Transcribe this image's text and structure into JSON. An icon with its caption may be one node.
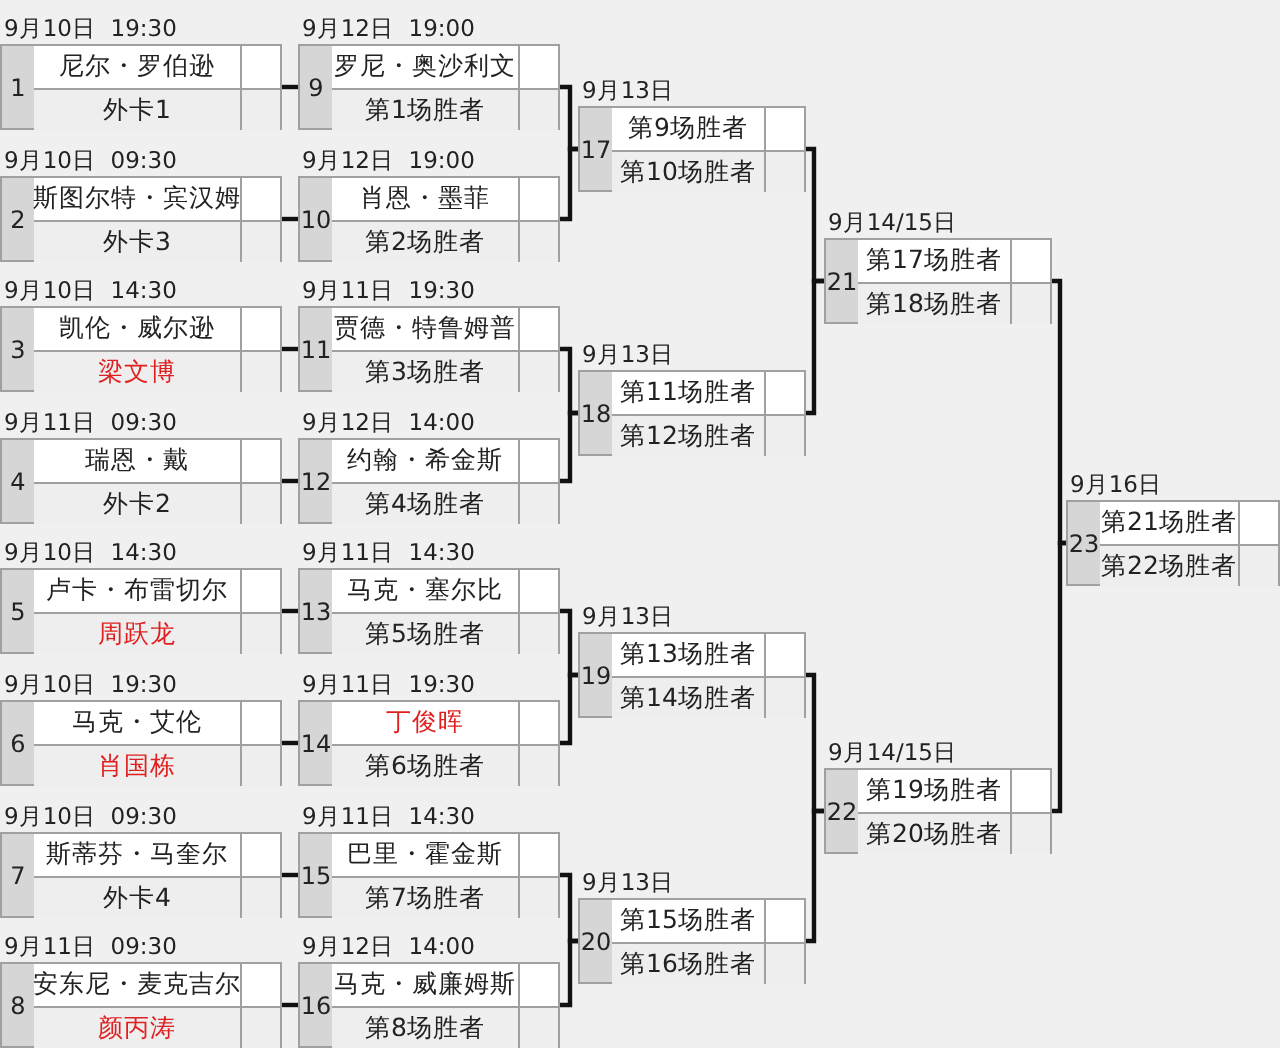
{
  "diagram": {
    "nodes": [
      {
        "text": [
          "1",
          "尼尔・罗伯逊",
          "外卡1"
        ],
        "beside": [
          "9月10日  19:30"
        ]
      },
      {
        "text": [
          "2",
          "斯图尔特・宾汉姆",
          "外卡3"
        ],
        "beside": [
          "9月10日  09:30"
        ]
      },
      {
        "text": [
          "3",
          "凯伦・威尔逊",
          "梁文博"
        ],
        "beside": [
          "9月10日  14:30"
        ]
      },
      {
        "text": [
          "4",
          "瑞恩・戴",
          "外卡2"
        ],
        "beside": [
          "9月11日  09:30"
        ]
      },
      {
        "text": [
          "5",
          "卢卡・布雷切尔",
          "周跃龙"
        ],
        "beside": [
          "9月10日  14:30"
        ]
      },
      {
        "text": [
          "6",
          "马克・艾伦",
          "肖国栋"
        ],
        "beside": [
          "9月10日  19:30"
        ]
      },
      {
        "text": [
          "7",
          "斯蒂芬・马奎尔",
          "外卡4"
        ],
        "beside": [
          "9月10日  09:30"
        ]
      },
      {
        "text": [
          "8",
          "安东尼・麦克吉尔",
          "颜丙涛"
        ],
        "beside": [
          "9月11日  09:30"
        ]
      },
      {
        "text": [
          "9",
          "罗尼・奥沙利文",
          "第1场胜者"
        ],
        "beside": [
          "9月12日  19:00"
        ]
      },
      {
        "text": [
          "10",
          "肖恩・墨菲",
          "第2场胜者"
        ],
        "beside": [
          "9月12日  19:00"
        ]
      },
      {
        "text": [
          "11",
          "贾德・特鲁姆普",
          "第3场胜者"
        ],
        "beside": [
          "9月11日  19:30"
        ]
      },
      {
        "text": [
          "12",
          "约翰・希金斯",
          "第4场胜者"
        ],
        "beside": [
          "9月12日  14:00"
        ]
      },
      {
        "text": [
          "13",
          "马克・塞尔比",
          "第5场胜者"
        ],
        "beside": [
          "9月11日  14:30"
        ]
      },
      {
        "text": [
          "14",
          "丁俊晖",
          "第6场胜者"
        ],
        "beside": [
          "9月11日  19:30"
        ]
      },
      {
        "text": [
          "15",
          "巴里・霍金斯",
          "第7场胜者"
        ],
        "beside": [
          "9月11日  14:30"
        ]
      },
      {
        "text": [
          "16",
          "马克・威廉姆斯",
          "第8场胜者"
        ],
        "beside": [
          "9月12日  14:00"
        ]
      },
      {
        "text": [
          "17",
          "第9场胜者",
          "第10场胜者"
        ],
        "beside": [
          "9月13日"
        ]
      },
      {
        "text": [
          "18",
          "第11场胜者",
          "第12场胜者"
        ],
        "beside": [
          "9月13日"
        ]
      },
      {
        "text": [
          "19",
          "第13场胜者",
          "第14场胜者"
        ],
        "beside": [
          "9月13日"
        ]
      },
      {
        "text": [
          "20",
          "第15场胜者",
          "第16场胜者"
        ],
        "beside": [
          "9月13日"
        ]
      },
      {
        "text": [
          "21",
          "第17场胜者",
          "第18场胜者"
        ],
        "beside": [
          "9月14/15日"
        ]
      },
      {
        "text": [
          "22",
          "第19场胜者",
          "第20场胜者"
        ],
        "beside": [
          "9月14/15日"
        ]
      },
      {
        "text": [
          "23",
          "第21场胜者",
          "第22场胜者"
        ],
        "beside": [
          "9月16日"
        ]
      }
    ],
    "edges": [
      {
        "from": 0,
        "to": 8,
        "arrow": "none"
      },
      {
        "from": 1,
        "to": 9,
        "arrow": "none"
      },
      {
        "from": 2,
        "to": 10,
        "arrow": "none"
      },
      {
        "from": 3,
        "to": 11,
        "arrow": "none"
      },
      {
        "from": 4,
        "to": 12,
        "arrow": "none"
      },
      {
        "from": 5,
        "to": 13,
        "arrow": "none"
      },
      {
        "from": 6,
        "to": 14,
        "arrow": "none"
      },
      {
        "from": 7,
        "to": 15,
        "arrow": "none"
      },
      {
        "from": 8,
        "to": 16,
        "arrow": "none"
      },
      {
        "from": 9,
        "to": 16,
        "arrow": "none"
      },
      {
        "from": 10,
        "to": 17,
        "arrow": "none"
      },
      {
        "from": 11,
        "to": 17,
        "arrow": "none"
      },
      {
        "from": 12,
        "to": 18,
        "arrow": "none"
      },
      {
        "from": 13,
        "to": 18,
        "arrow": "none"
      },
      {
        "from": 14,
        "to": 19,
        "arrow": "none"
      },
      {
        "from": 15,
        "to": 19,
        "arrow": "none"
      },
      {
        "from": 16,
        "to": 20,
        "arrow": "none"
      },
      {
        "from": 17,
        "to": 20,
        "arrow": "none"
      },
      {
        "from": 18,
        "to": 21,
        "arrow": "none"
      },
      {
        "from": 19,
        "to": 21,
        "arrow": "none"
      },
      {
        "from": 20,
        "to": 22,
        "arrow": "none"
      },
      {
        "from": 21,
        "to": 22,
        "arrow": "none"
      }
    ]
  }
}
